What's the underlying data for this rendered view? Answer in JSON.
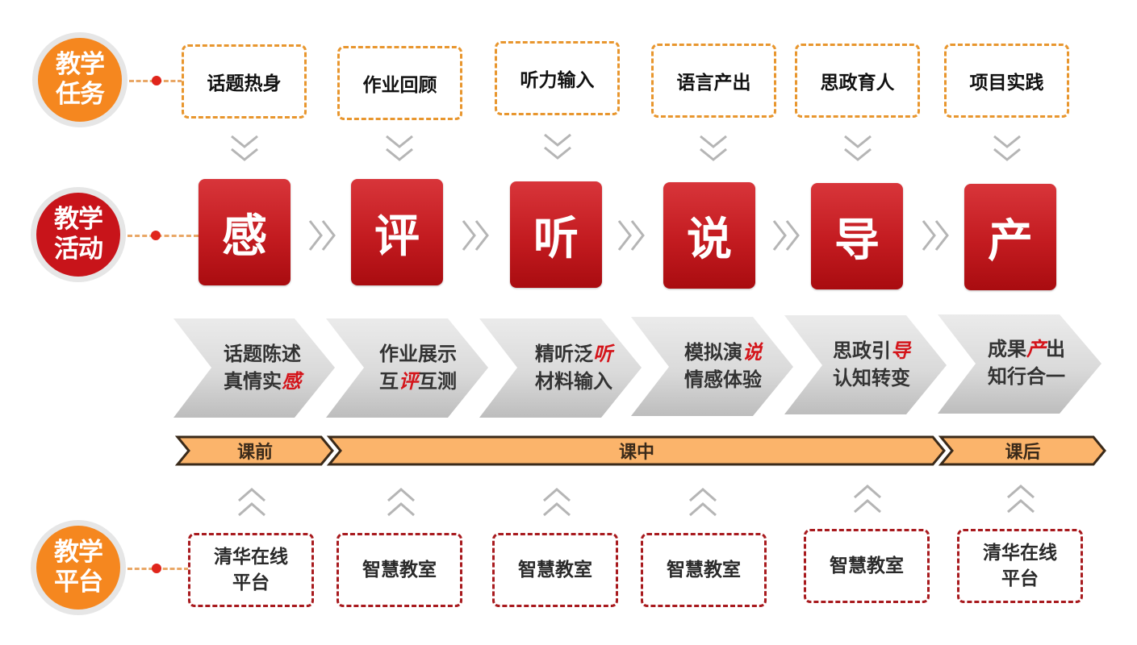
{
  "rows": {
    "tasks": {
      "label_line1": "教学",
      "label_line2": "任务",
      "color": "#f5871f",
      "items": [
        "话题热身",
        "作业回顾",
        "听力输入",
        "语言产出",
        "思政育人",
        "项目实践"
      ]
    },
    "activities": {
      "label_line1": "教学",
      "label_line2": "活动",
      "color": "#c8141a",
      "items": [
        "感",
        "评",
        "听",
        "说",
        "导",
        "产"
      ]
    },
    "descriptions": {
      "items": [
        {
          "line1": "话题陈述",
          "line2_pre": "真情实",
          "line2_hl": "感",
          "line2_post": "",
          "hl_line": 2
        },
        {
          "line1": "作业展示",
          "line2_pre": "互",
          "line2_hl": "评",
          "line2_post": "互测",
          "hl_line": 2
        },
        {
          "line1_pre": "精听泛",
          "line1_hl": "听",
          "line1_post": "",
          "line2": "材料输入",
          "hl_line": 1
        },
        {
          "line1_pre": "模拟演",
          "line1_hl": "说",
          "line1_post": "",
          "line2": "情感体验",
          "hl_line": 1
        },
        {
          "line1_pre": "思政引",
          "line1_hl": "导",
          "line1_post": "",
          "line2": "认知转变",
          "hl_line": 1
        },
        {
          "line1_pre": "成果",
          "line1_hl": "产",
          "line1_post": "出",
          "line2": "知行合一",
          "hl_line": 1
        }
      ],
      "highlight_color": "#d4141a"
    },
    "phases": {
      "items": [
        "课前",
        "课中",
        "课后"
      ],
      "fill": "#fbb46b",
      "stroke": "#3a2a1a"
    },
    "platforms": {
      "label_line1": "教学",
      "label_line2": "平台",
      "color": "#f5871f",
      "items": [
        {
          "line1": "清华在线",
          "line2": "平台"
        },
        {
          "line1": "智慧教室",
          "line2": ""
        },
        {
          "line1": "智慧教室",
          "line2": ""
        },
        {
          "line1": "智慧教室",
          "line2": ""
        },
        {
          "line1": "智慧教室",
          "line2": ""
        },
        {
          "line1": "清华在线",
          "line2": "平台"
        }
      ]
    }
  },
  "icons": {
    "down_chevron": "double-chevron-down-icon",
    "right_chevron": "double-chevron-right-icon",
    "up_chevron": "double-chevron-up-icon"
  }
}
